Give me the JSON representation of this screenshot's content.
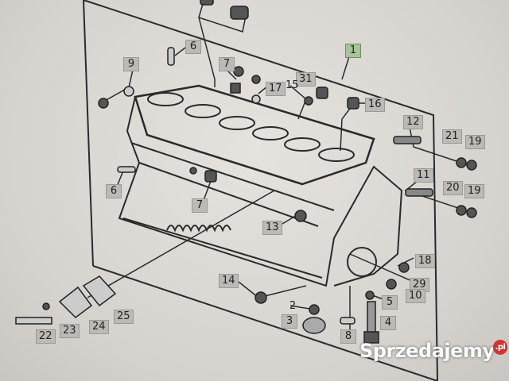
{
  "diagram": {
    "callouts": [
      "6",
      "9",
      "7",
      "31",
      "15",
      "17",
      "1",
      "16",
      "12",
      "21",
      "19",
      "11",
      "20",
      "19",
      "6",
      "7",
      "13",
      "18",
      "29",
      "10",
      "5",
      "14",
      "2",
      "3",
      "4",
      "8",
      "25",
      "24",
      "23",
      "22"
    ],
    "selected_callout": "1",
    "selected_color": "#a8c49a"
  },
  "watermark": {
    "text": "Sprzedajemy",
    "suffix": ".pl"
  }
}
